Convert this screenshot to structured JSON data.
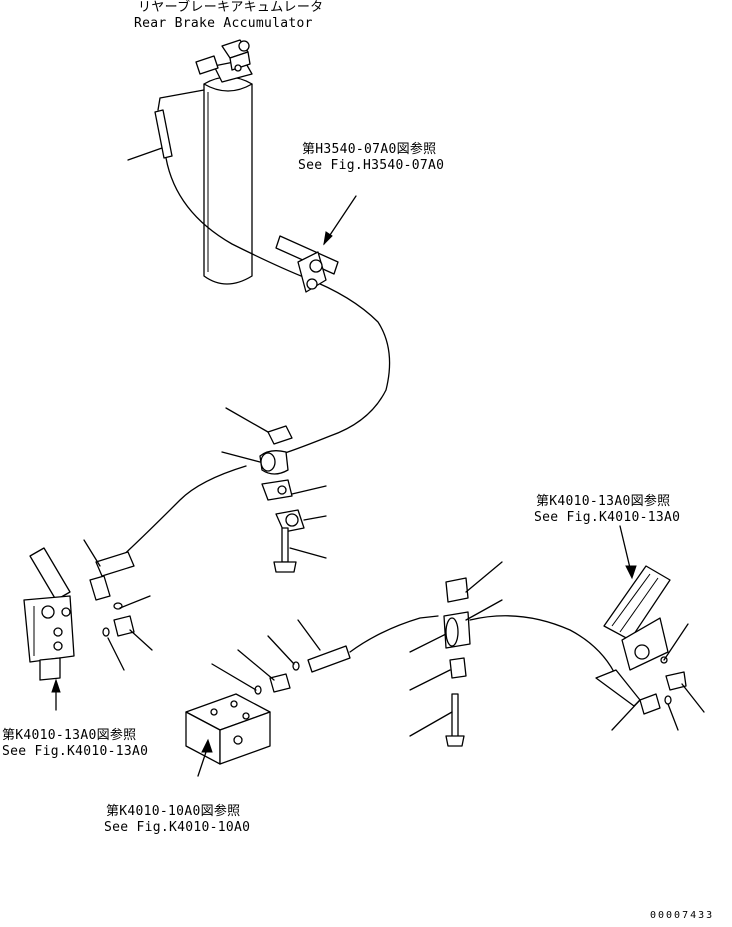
{
  "labels": {
    "accumulator_jp": "リヤーブレーキアキュムレータ",
    "accumulator_en": "Rear Brake Accumulator",
    "ref_h3540_jp": "第H3540-07A0図参照",
    "ref_h3540_en": "See Fig.H3540-07A0",
    "ref_k4010_13_right_jp": "第K4010-13A0図参照",
    "ref_k4010_13_right_en": "See Fig.K4010-13A0",
    "ref_k4010_13_left_jp": "第K4010-13A0図参照",
    "ref_k4010_13_left_en": "See Fig.K4010-13A0",
    "ref_k4010_10_jp": "第K4010-10A0図参照",
    "ref_k4010_10_en": "See Fig.K4010-10A0",
    "drawing_number": "00007433"
  }
}
